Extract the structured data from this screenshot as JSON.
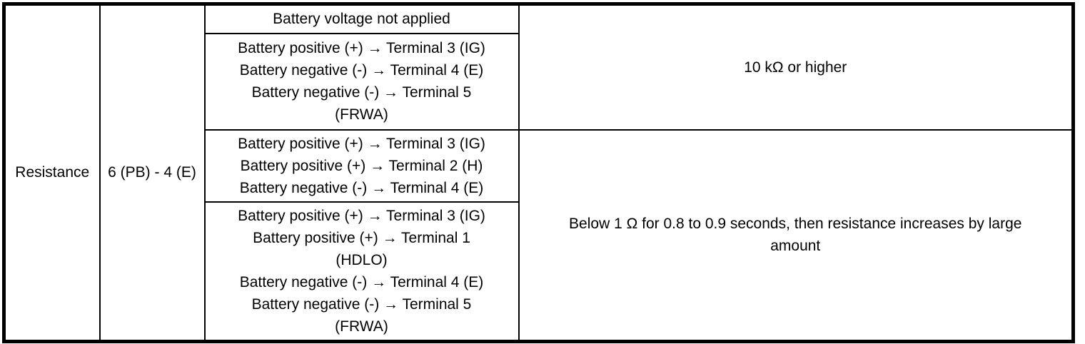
{
  "table": {
    "item": "Resistance",
    "terminals": "6 (PB) - 4 (E)",
    "conditions": [
      "Battery voltage not applied",
      "Battery positive (+) → Terminal 3 (IG)\nBattery negative (-) → Terminal 4 (E)\nBattery negative (-) → Terminal 5\n(FRWA)",
      "Battery positive (+) → Terminal 3 (IG)\nBattery positive (+) → Terminal 2 (H)\nBattery negative (-) → Terminal 4 (E)",
      "Battery positive (+) → Terminal 3 (IG)\nBattery positive (+) → Terminal 1\n(HDLO)\nBattery negative (-) → Terminal 4 (E)\nBattery negative (-) → Terminal 5\n(FRWA)"
    ],
    "specifications": [
      "10 kΩ or higher",
      "Below 1 Ω for 0.8 to 0.9 seconds, then resistance increases by large\namount"
    ],
    "colors": {
      "border": "#000000",
      "background": "#ffffff",
      "text": "#000000"
    }
  }
}
